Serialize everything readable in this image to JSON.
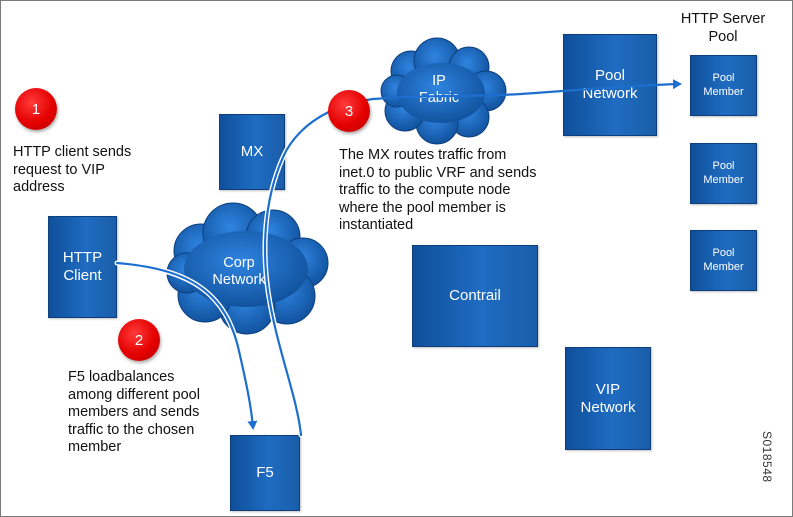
{
  "boxes": {
    "http_client": "HTTP\nClient",
    "mx": "MX",
    "f5": "F5",
    "contrail": "Contrail",
    "vip_network": "VIP\nNetwork",
    "pool_network": "Pool\nNetwork",
    "pool_member_1": "Pool\nMember",
    "pool_member_2": "Pool\nMember",
    "pool_member_3": "Pool\nMember"
  },
  "clouds": {
    "corp_network": "Corp\nNetwork",
    "ip_fabric": "IP\nFabric"
  },
  "labels": {
    "server_pool_title": "HTTP Server\nPool",
    "figure_id": "S018548"
  },
  "steps": [
    {
      "number": "1",
      "text": "HTTP client sends\nrequest to VIP\naddress"
    },
    {
      "number": "2",
      "text": "F5 loadbalances\namong different pool\nmembers and sends\ntraffic to the chosen\nmember"
    },
    {
      "number": "3",
      "text": "The MX routes traffic from\ninet.0 to public VRF and sends\ntraffic to the compute node\nwhere the pool member is\ninstantiated"
    }
  ],
  "colors": {
    "box_blue": "#1a5ea9",
    "badge_red": "#e40000",
    "cloud_blue": "#1560b8",
    "arrow_blue": "#1d6fcf"
  }
}
